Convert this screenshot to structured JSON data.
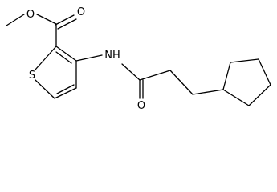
{
  "molecule": {
    "atoms": {
      "carbonyl_o": "O",
      "ester_o": "O",
      "sulfur": "S",
      "amide_n": "NH",
      "amide_o": "O"
    },
    "colors": {
      "bond": "#000000",
      "text": "#000000",
      "background": "#ffffff"
    }
  }
}
